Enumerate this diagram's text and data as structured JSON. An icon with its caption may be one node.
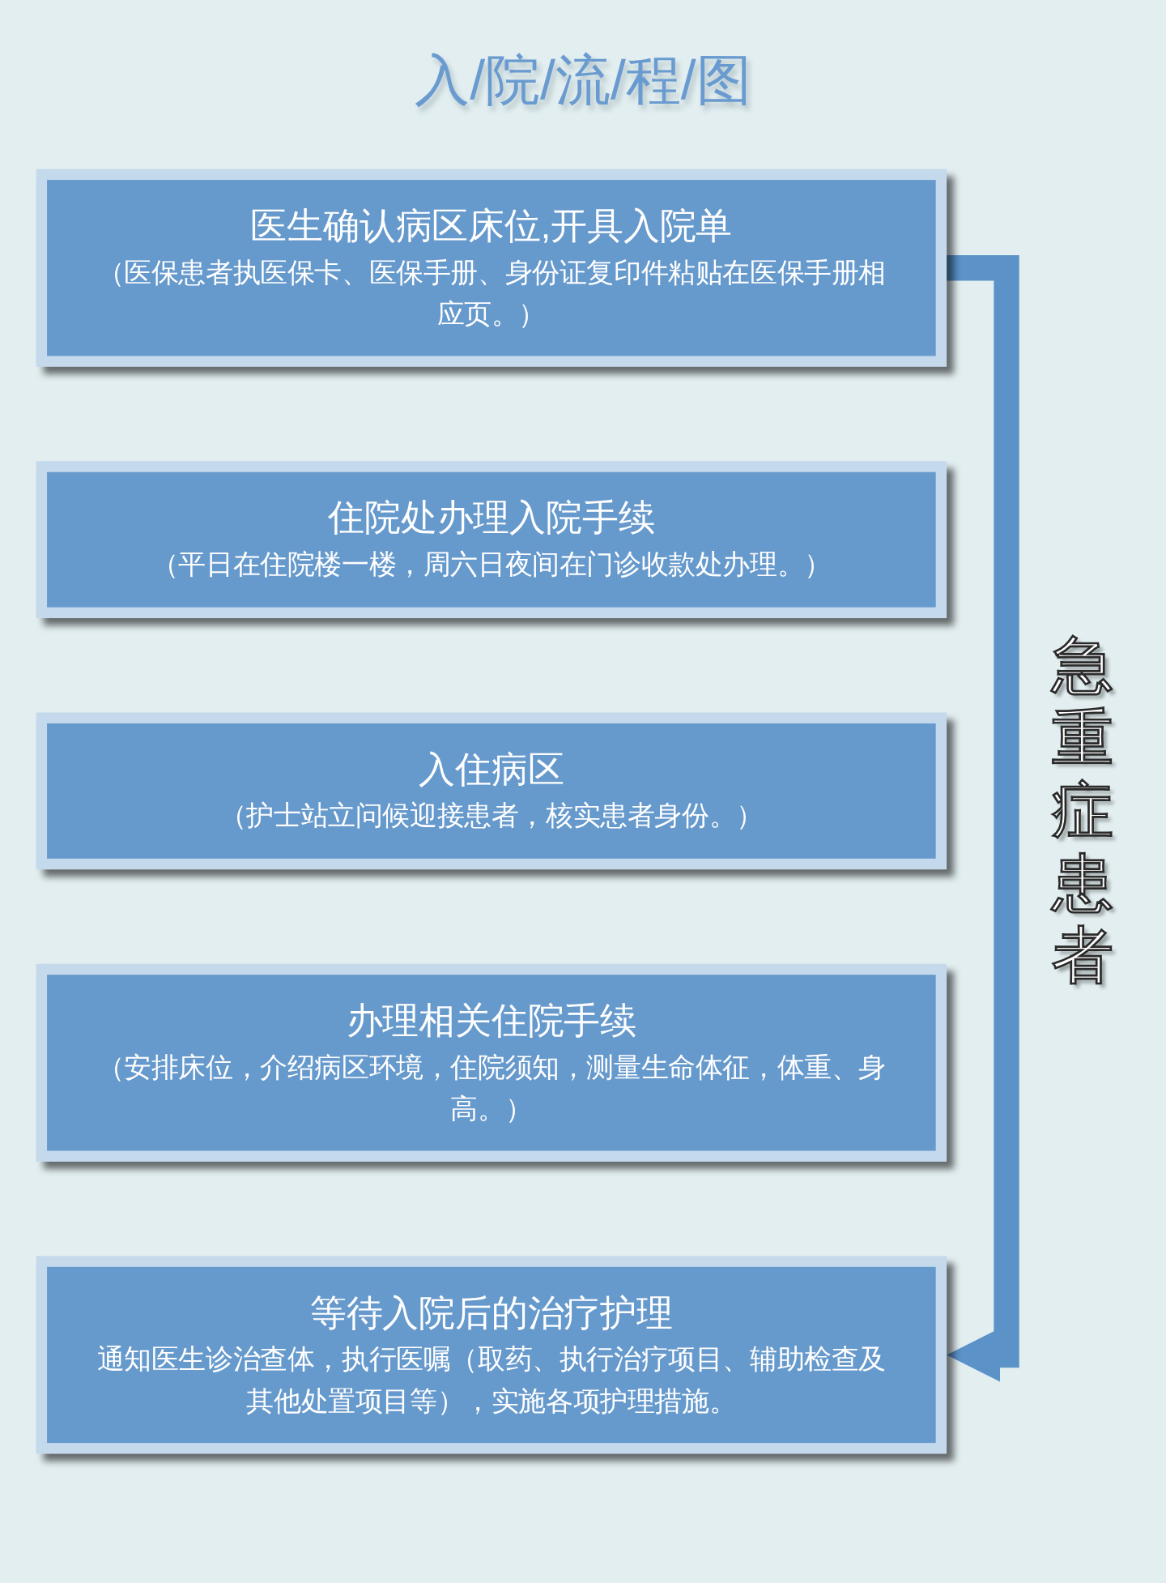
{
  "diagram": {
    "title": "入/院/流/程/图",
    "nodes": [
      {
        "text": [
          "医生确认病区床位,开具入院单",
          "（医保患者执医保卡、医保手册、身份证复印件粘贴在医保手册相应页。）"
        ]
      },
      {
        "text": [
          "住院处办理入院手续",
          "（平日在住院楼一楼，周六日夜间在门诊收款处办理。）"
        ]
      },
      {
        "text": [
          "入住病区",
          "（护士站立问候迎接患者，核实患者身份。）"
        ]
      },
      {
        "text": [
          "办理相关住院手续",
          "（安排床位，介绍病区环境，住院须知，测量生命体征，体重、身高。）"
        ]
      },
      {
        "text": [
          "等待入院后的治疗护理",
          "通知医生诊治查体，执行医嘱（取药、执行治疗项目、辅助检查及其他处置项目等），实施各项护理措施。"
        ]
      }
    ],
    "edges": [
      {
        "from": 0,
        "to": 4,
        "arrow": "to",
        "label": "急重症患者"
      }
    ]
  }
}
